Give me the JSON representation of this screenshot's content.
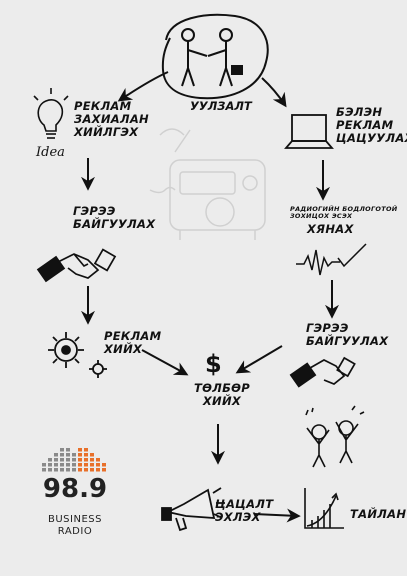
{
  "diagram": {
    "nodes": {
      "meeting": "УУЛЗАЛТ",
      "order_ad": "РЕКЛАМ\nЗАХИАЛАН\nХИЙЛГЭХ",
      "prepare_ad": "БЭЛЭН\nРЕКЛАМ\nЦАЦУУЛАХ",
      "contract_left": "ГЭРЭЭ\nБАЙГУУЛАХ",
      "review_note": "РАДИОГИЙН БОДЛОГОТОЙ\nЗОХИЦОХ ЭСЭХ",
      "review": "ХЯНАХ",
      "make_ad": "РЕКЛАМ\nХИЙХ",
      "contract_right": "ГЭРЭЭ\nБАЙГУУЛАХ",
      "payment": "ТӨЛБӨР\nХИЙХ",
      "broadcast": "ЦАЦАЛТ\nЭХЛЭХ",
      "report": "ТАЙЛАН"
    },
    "icons": {
      "meeting": "handshake-people-icon",
      "order_ad": "lightbulb-idea-icon",
      "prepare_ad": "laptop-icon",
      "contract": "handshake-icon",
      "review": "waveform-check-icon",
      "make_ad": "gears-icon",
      "payment": "dollar-sign-icon",
      "broadcast": "megaphone-icon",
      "report": "growth-chart-icon",
      "celebration": "celebrating-people-icon",
      "background": "radio-watermark-icon"
    },
    "payment_symbol": "$",
    "idea_word": "Idea"
  },
  "logo": {
    "frequency": "98.9",
    "name_line1": "BUSINESS",
    "name_line2": "RADIO",
    "colors": {
      "dots_gray": "#8a8a8a",
      "dots_orange": "#e8702a",
      "text": "#222222"
    }
  }
}
